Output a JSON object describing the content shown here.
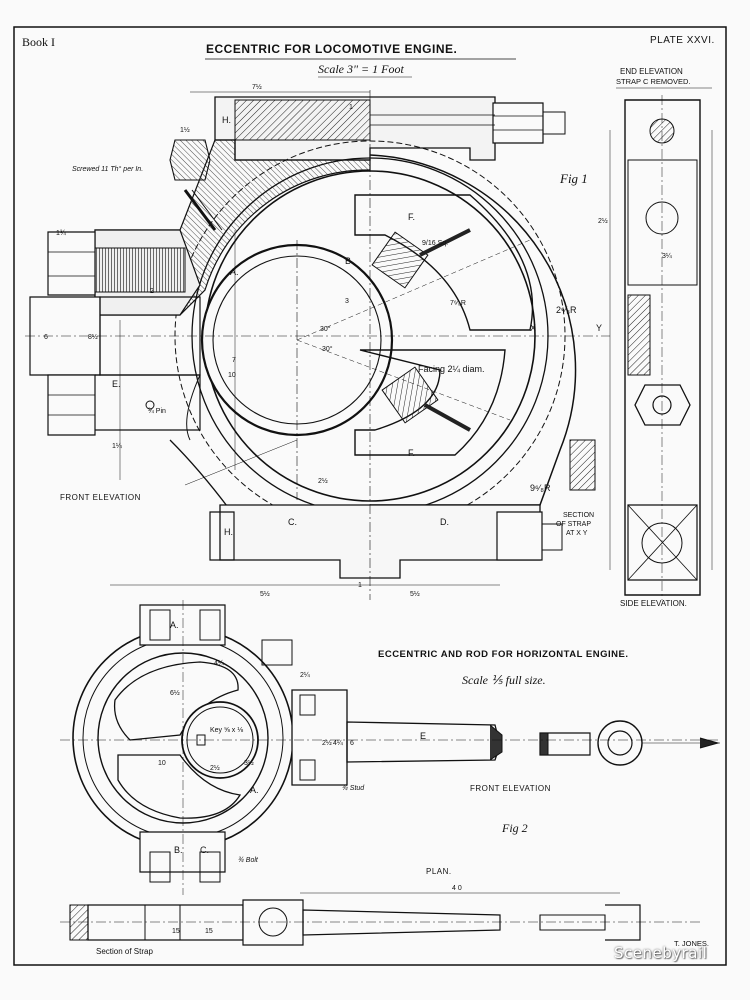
{
  "header": {
    "book": "Book I",
    "plate": "PLATE XXVI.",
    "title": "ECCENTRIC FOR LOCOMOTIVE ENGINE.",
    "scale": "Scale 3\" = 1 Foot"
  },
  "end_elevation": {
    "title": "END ELEVATION",
    "subtitle": "STRAP C REMOVED.",
    "side_label": "SIDE ELEVATION.",
    "section_note": [
      "SECTION",
      "OF STRAP",
      "AT X Y"
    ]
  },
  "fig1": {
    "label": "Fig 1",
    "view_label": "FRONT ELEVATION",
    "screw_note": "Screwed 11 Th° per In.",
    "facing_note": "Facing 2¼ diam.",
    "square_note": "9/16 Sq.",
    "pin_note": "¾ Pin",
    "radius_1": "2⁶⁄₈R",
    "radius_2": "9⁶⁄₈R",
    "radius_3": "7⁶⁄₈R",
    "letters": [
      "A.",
      "B.",
      "C.",
      "D.",
      "E.",
      "F.",
      "F.",
      "H.",
      "H.",
      "X",
      "Y"
    ],
    "dims": [
      "7½",
      "1½",
      "1¾",
      "2",
      "3",
      "7",
      "10",
      "6",
      "8½",
      "5½",
      "5½",
      "2½",
      "2½",
      "1",
      "1",
      "30°",
      "30°",
      "1¼",
      "3¼"
    ]
  },
  "fig2": {
    "title": "ECCENTRIC AND ROD FOR HORIZONTAL ENGINE.",
    "scale": "Scale ⅕ full size.",
    "label": "Fig 2",
    "front_label": "FRONT ELEVATION",
    "plan_label": "PLAN.",
    "section_label": "Section of Strap",
    "stud_note": "¾ Stud",
    "bolt_note": "¾ Bolt",
    "key_note": "Key ⅝ x ⅛",
    "letters": [
      "A.",
      "A.",
      "B.",
      "C.",
      "E"
    ],
    "dims": [
      "6½",
      "10",
      "2¼",
      "2½",
      "4¼",
      "6",
      "3½",
      "4¼",
      "15",
      "15",
      "4 0",
      "2½"
    ]
  },
  "signature": "T. JONES.",
  "watermark": "Scenebyrail"
}
